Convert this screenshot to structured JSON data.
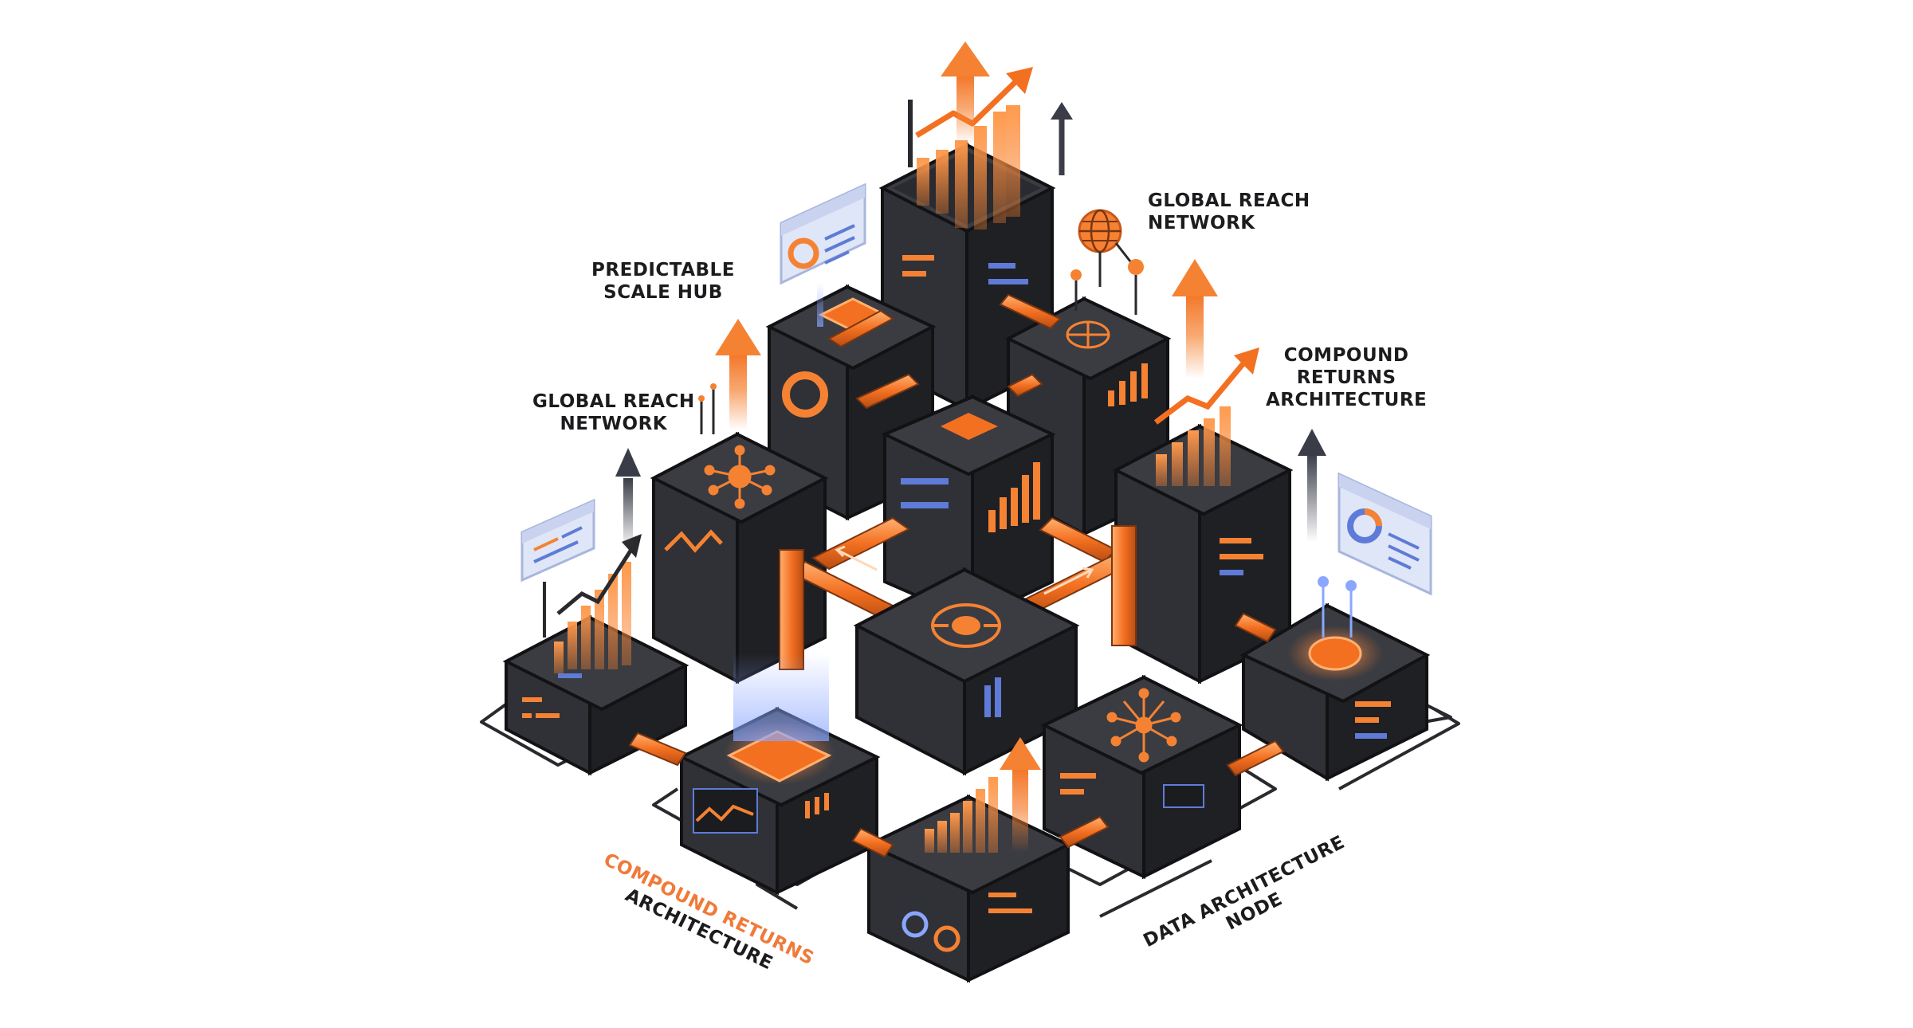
{
  "labels": {
    "predictable_scale_hub": [
      "PREDICTABLE",
      "SCALE HUB"
    ],
    "global_reach_top": [
      "GLOBAL REACH",
      "NETWORK"
    ],
    "global_reach_left": [
      "GLOBAL REACH",
      "NETWORK"
    ],
    "compound_returns_right": [
      "COMPOUND",
      "RETURNS",
      "ARCHITECTURE"
    ],
    "compound_returns_bottom": [
      "COMPOUND RETURNS",
      "ARCHITECTURE"
    ],
    "data_architecture_node": [
      "DATA ARCHITECTURE",
      "NODE"
    ]
  },
  "colors": {
    "accent_orange": "#f58233",
    "dark_box": "#2f3136",
    "dark_side": "#1f2024",
    "outline": "#121215",
    "soft_blue": "#dfe6f7",
    "arrow_dark": "#3a3d48"
  },
  "icons": [
    "rising-arrow-icon",
    "bar-chart-icon",
    "line-chart-icon",
    "globe-icon",
    "network-hub-icon",
    "dashboard-window-icon",
    "gauge-icon",
    "target-icon"
  ]
}
